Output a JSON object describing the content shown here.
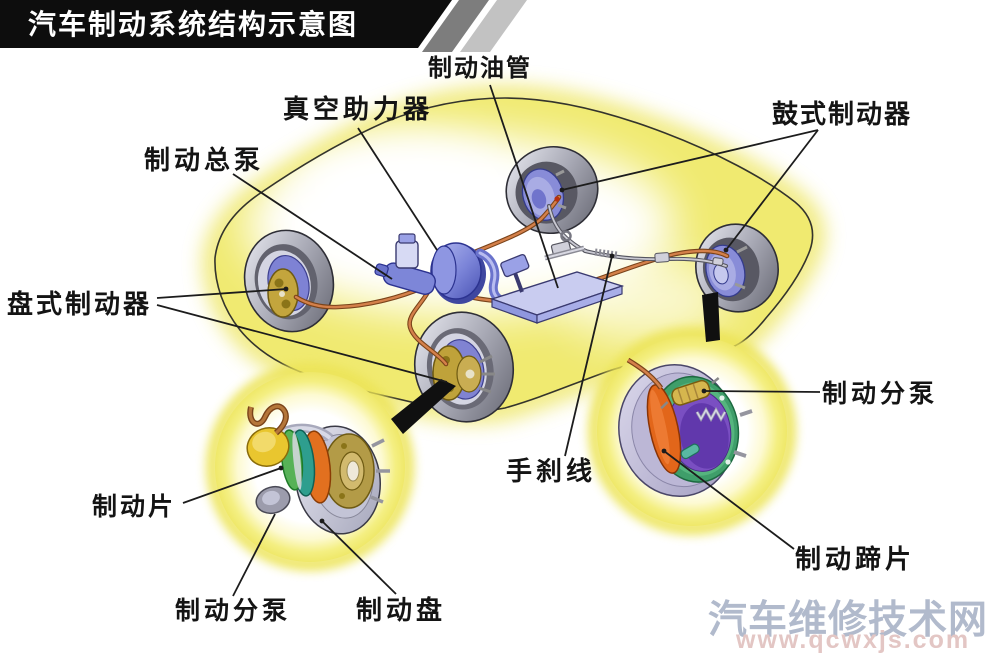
{
  "banner": {
    "title": "汽车制动系统结构示意图"
  },
  "labels": {
    "brake_oil_pipe": "制动油管",
    "vacuum_booster": "真空助力器",
    "brake_master_cylinder": "制动总泵",
    "drum_brake": "鼓式制动器",
    "disc_brake": "盘式制动器",
    "wheel_cylinder_rear": "制动分泵",
    "handbrake_cable": "手刹线",
    "brake_pad": "制动片",
    "brake_shoe": "制动蹄片",
    "wheel_cylinder_front": "制动分泵",
    "brake_disc": "制动盘"
  },
  "watermark": {
    "site_name": "汽车维修技术网",
    "site_url": "www.qcwxjs.com"
  },
  "colors": {
    "body_glow": "#f0ea70",
    "pipe_orange": "#d4804a",
    "component_blue": "#8b93de",
    "caliper_gold": "#c3a53d",
    "drum_purple": "#7a4fc2",
    "shoe_orange": "#e2661a",
    "backing_green": "#3f9e6a",
    "watermark_blue": "#a9b3c7",
    "watermark_pink": "#e3c6c4"
  }
}
